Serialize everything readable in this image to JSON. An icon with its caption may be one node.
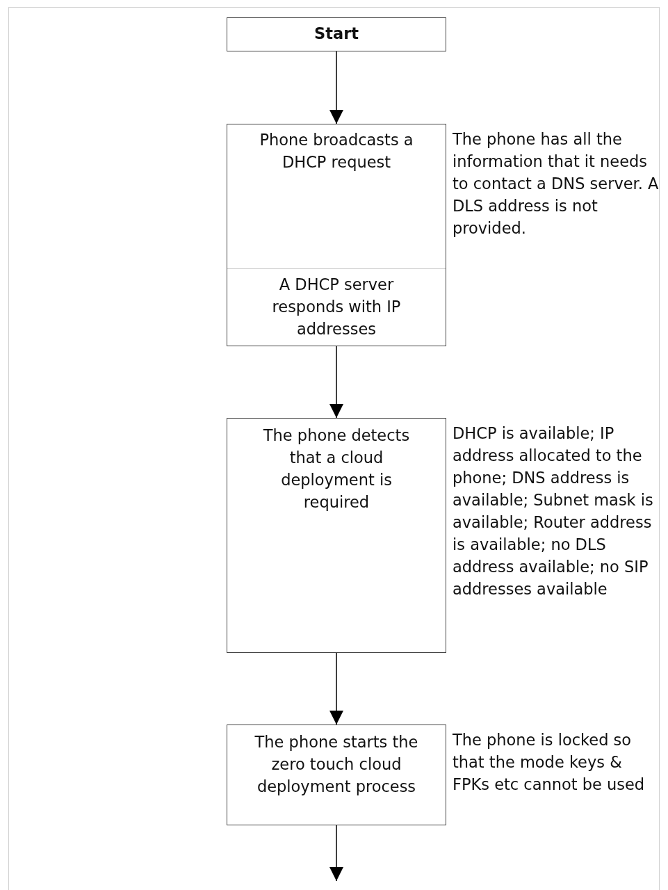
{
  "diagram": {
    "nodes": [
      {
        "text": [
          "Start"
        ]
      },
      {
        "text": [
          "Phone broadcasts a DHCP request",
          "A DHCP server responds with IP addresses"
        ],
        "beside": [
          "The phone has all the information that it needs to contact a DNS server. A DLS address is not provided."
        ]
      },
      {
        "text": [
          "The phone detects that a cloud deployment is required"
        ],
        "beside": [
          "DHCP is available; IP address allocated to the phone; DNS address is available; Subnet mask is available; Router address is available; no DLS address available; no SIP addresses available"
        ]
      },
      {
        "text": [
          "The phone starts the zero touch cloud deployment process"
        ],
        "beside": [
          "The phone is locked so that the mode keys & FPKs etc cannot be used"
        ]
      }
    ],
    "edges": [
      {
        "from": 0,
        "to": 1,
        "arrow": "to"
      },
      {
        "from": 1,
        "to": 2,
        "arrow": "to"
      },
      {
        "from": 2,
        "to": 3,
        "arrow": "to"
      },
      {
        "from": 3,
        "to": null,
        "arrow": "to"
      }
    ]
  }
}
